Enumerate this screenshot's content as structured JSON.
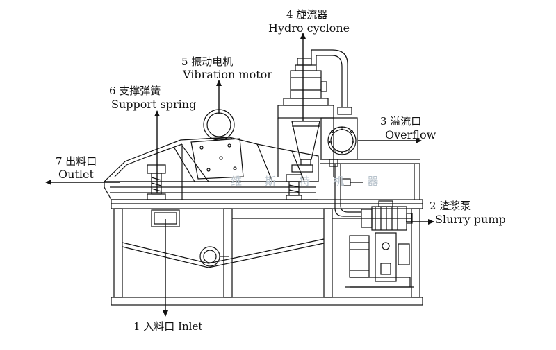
{
  "labels": {
    "hydrocyclone": {
      "zh": "4 旋流器",
      "en": "Hydro cyclone"
    },
    "vibration_motor": {
      "zh": "5 振动电机",
      "en": "Vibration motor"
    },
    "support_spring": {
      "zh": "6 支撑弹簧",
      "en": "Support spring"
    },
    "overflow": {
      "zh": "3 溢流口",
      "en": "Overflow"
    },
    "outlet": {
      "zh": "7 出料口",
      "en": "Outlet"
    },
    "slurry_pump": {
      "zh": "2 渣浆泵",
      "en": "Slurry pump"
    },
    "inlet": {
      "text": "1 入料口 Inlet"
    }
  },
  "watermark": {
    "text": "维 斯 特 机 器"
  },
  "colors": {
    "line": "#111111",
    "watermark": "#b8c3cc",
    "background": "#ffffff"
  }
}
